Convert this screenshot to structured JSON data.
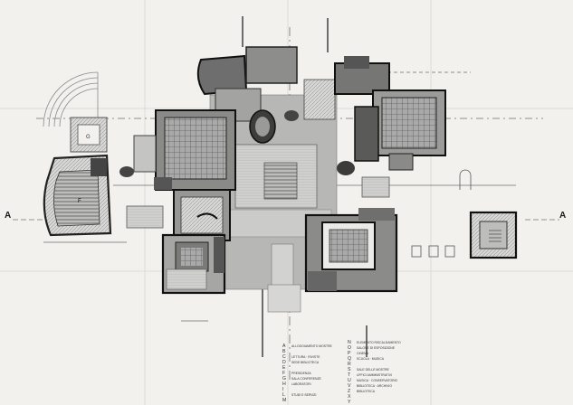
{
  "drawing": {
    "section_marks": {
      "left": "A",
      "right": "A"
    },
    "legend": {
      "letters_a": [
        "A",
        "B",
        "C",
        "D",
        "E",
        "F",
        "G",
        "H",
        "I",
        "L",
        "M"
      ],
      "letters_b": [
        "N",
        "O",
        "P",
        "Q",
        "R",
        "S",
        "T",
        "U",
        "V",
        "Z",
        "X",
        "Y"
      ],
      "entries_a": [
        "ALLOGGIAMENTO MOSTRE",
        "LETTURA · RIVISTE",
        "SEDE BIBLIOTECA",
        "PRESIDENZA",
        "SALA CONFERENZE",
        "LABORATORI",
        "STUDI E SERVIZI"
      ],
      "entries_b": [
        "ELEMENTO RISCALDAMENTO",
        "SALONE DI ESPOSIZIONE",
        "CINEMA",
        "SCUOLA · MUSICA",
        "SALE DELLE MOSTRE",
        "UFFICI AMMINISTRATIVI",
        "MUSICA · CONSERVATORIO",
        "BIBLIOTECA · ARCHIVIO",
        "BIBLIOTECA"
      ]
    }
  }
}
